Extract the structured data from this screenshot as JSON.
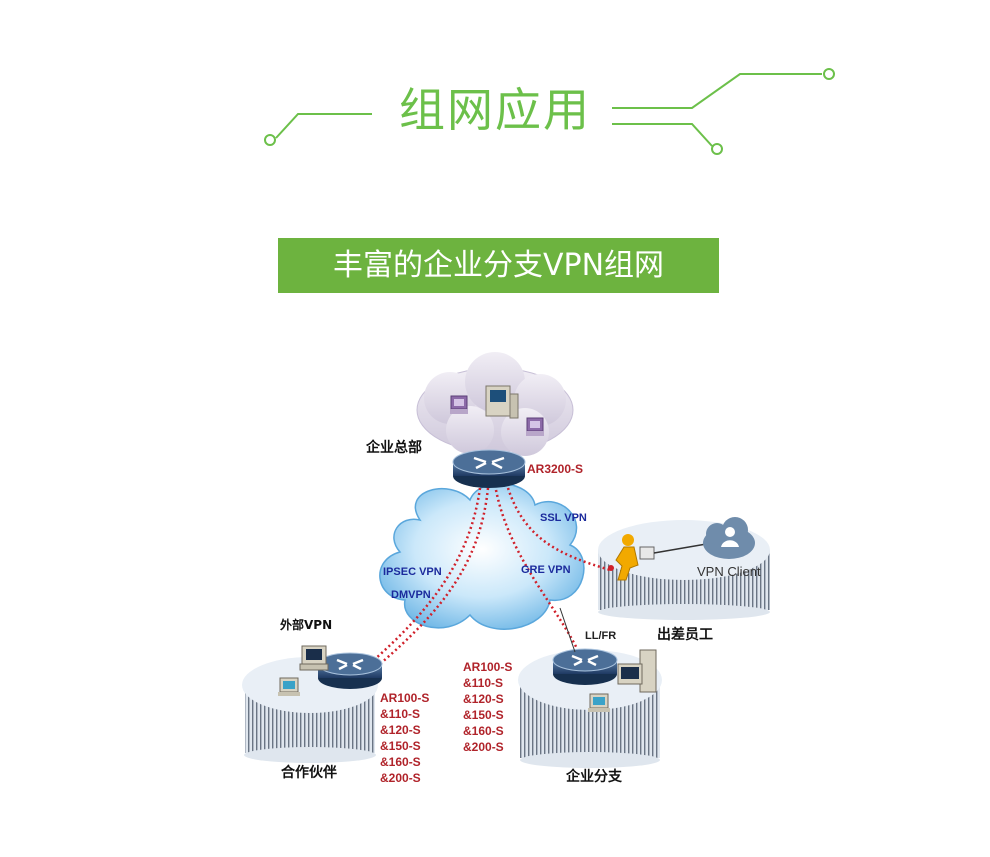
{
  "header": {
    "title": "组网应用"
  },
  "banner": {
    "text": "丰富的企业分支VPN组网"
  },
  "diagram": {
    "sites": {
      "hq": {
        "label": "企业总部",
        "router_model": "AR3200-S"
      },
      "partner": {
        "label": "合作伙伴",
        "vpn_label": "外部VPN",
        "models": [
          "AR100-S",
          "&110-S",
          "&120-S",
          "&150-S",
          "&160-S",
          "&200-S"
        ]
      },
      "branch": {
        "label": "企业分支",
        "models": [
          "AR100-S",
          "&110-S",
          "&120-S",
          "&150-S",
          "&160-S",
          "&200-S"
        ]
      },
      "traveler": {
        "label": "出差员工",
        "client_label": "VPN Client"
      }
    },
    "links": {
      "ipsec": "IPSEC VPN",
      "dmvpn": "DMVPN",
      "gre": "GRE VPN",
      "ssl": "SSL VPN",
      "llfr": "LL/FR"
    },
    "colors": {
      "green": "#6cc04a",
      "banner_bg": "#6db33f",
      "link_red": "#d0202a",
      "model_red": "#b0232a",
      "vpn_blue": "#1b2a9c",
      "cloud": "#8ec9ee"
    }
  }
}
